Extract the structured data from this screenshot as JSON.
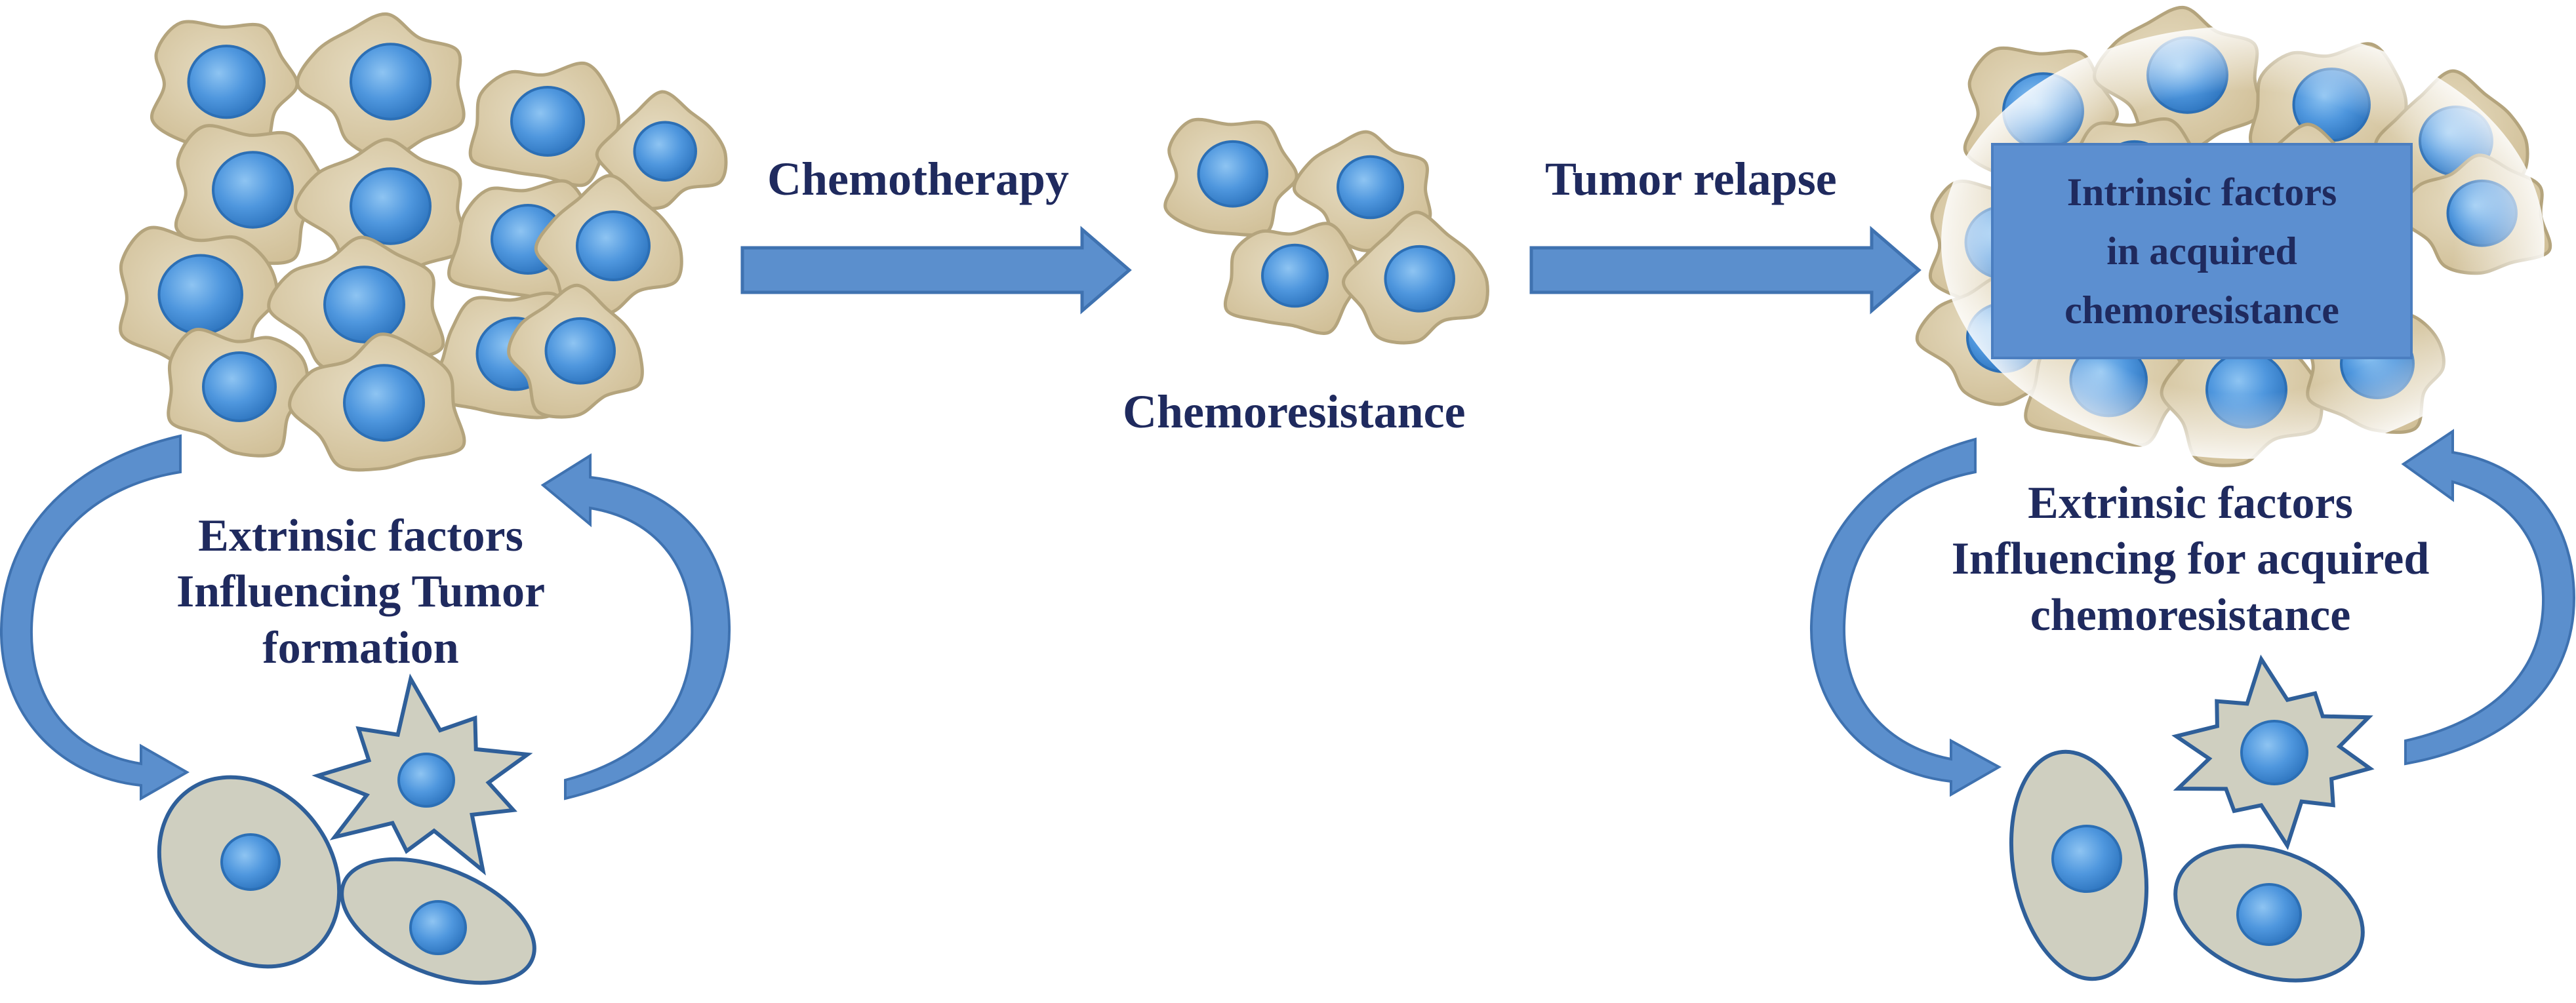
{
  "labels": {
    "chemotherapy": "Chemotherapy",
    "tumor_relapse": "Tumor relapse",
    "chemoresistance": "Chemoresistance",
    "left_factors": {
      "line1": "Extrinsic factors",
      "line2": "Influencing Tumor",
      "line3": "formation"
    },
    "right_factors": {
      "line1": "Extrinsic factors",
      "line2": "Influencing for acquired",
      "line3": "chemoresistance"
    },
    "intrinsic_box": {
      "line1": "Intrinsic factors",
      "line2": "in acquired",
      "line3": "chemoresistance"
    }
  },
  "colors": {
    "cell_body": "#d8c9a6",
    "cell_edge": "#b4a47d",
    "nucleus": "#4f97de",
    "nucleus_edge": "#2c6fb5",
    "arrow": "#5b8fcd",
    "arrow_edge": "#3f72b0",
    "stromal_body": "#cfcfc0",
    "stromal_edge": "#2f5f99",
    "label_text": "#1f2a5e",
    "box_fill": "#5c8fd0"
  },
  "icons": {
    "tumor_cluster": "tumor-cell-cluster",
    "small_cluster": "resistant-cell-cluster",
    "fibroblast": "fibroblast-cell-icon",
    "immune_cell": "spiky-immune-cell-icon"
  }
}
